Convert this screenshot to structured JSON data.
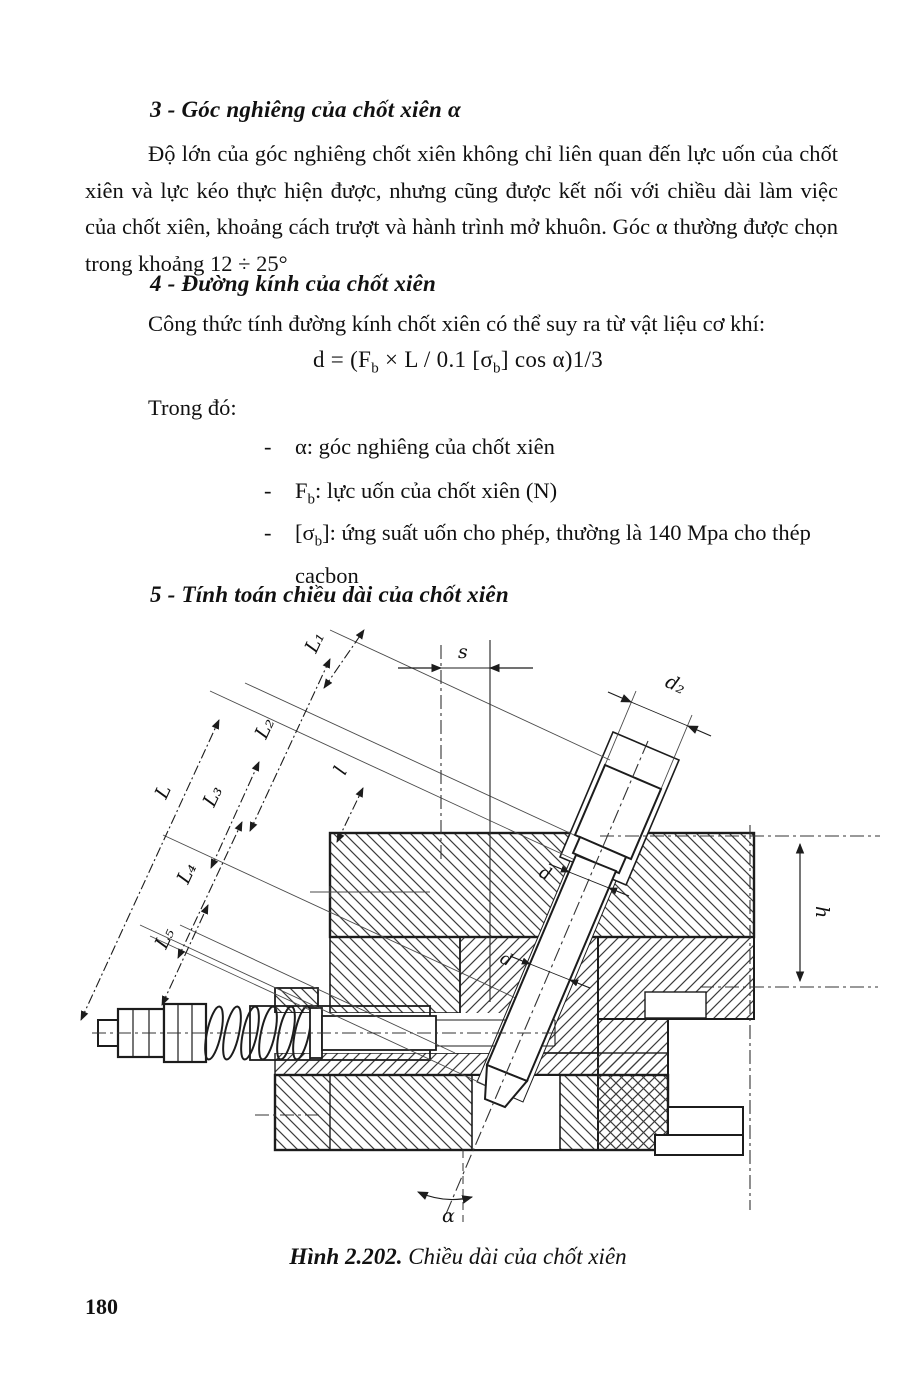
{
  "sections": {
    "s3": {
      "heading": "3 - Góc nghiêng của chốt xiên α",
      "body": "Độ lớn của góc nghiêng chốt xiên không chỉ liên quan đến lực uốn của chốt xiên và lực kéo thực hiện được, nhưng cũng được kết nối với chiều dài làm việc của chốt xiên, khoảng cách trượt và hành trình mở khuôn. Góc α thường được chọn trong khoảng 12 ÷ 25°"
    },
    "s4": {
      "heading": "4 - Đường kính của chốt xiên",
      "intro": "Công thức tính đường kính chốt xiên có thể suy ra từ vật liệu cơ khí:",
      "formula": {
        "p1": "d = (F",
        "s1": "b",
        "p2": " × L / 0.1 [σ",
        "s2": "b",
        "p3": "] cos α)1/3"
      },
      "where_label": "Trong đó:",
      "items": [
        {
          "bullet": "-",
          "pre": "α: góc nghiêng của chốt xiên",
          "sub": "",
          "post": ""
        },
        {
          "bullet": "-",
          "pre": "F",
          "sub": "b",
          "post": ": lực uốn của chốt xiên (N)"
        },
        {
          "bullet": "-",
          "pre": "[σ",
          "sub": "b",
          "post": "]: ứng suất uốn cho phép, thường là 140 Mpa cho thép cacbon"
        }
      ]
    },
    "s5": {
      "heading": "5 - Tính toán chiều dài của chốt xiên"
    }
  },
  "figure": {
    "caption_bold": "Hình 2.202.",
    "caption_italic": " Chiều dài của chốt xiên",
    "ink": "#1c1c1c",
    "labels": {
      "s": "s",
      "d2": "d₂",
      "L1": "L₁",
      "L2": "L₂",
      "Ltot": "L",
      "L3": "L₃",
      "l": "l",
      "L4": "L₄",
      "L5": "L₅",
      "d_upper": "d",
      "d_lower": "d",
      "h": "h",
      "alpha": "α"
    }
  },
  "page": {
    "number": "180"
  }
}
